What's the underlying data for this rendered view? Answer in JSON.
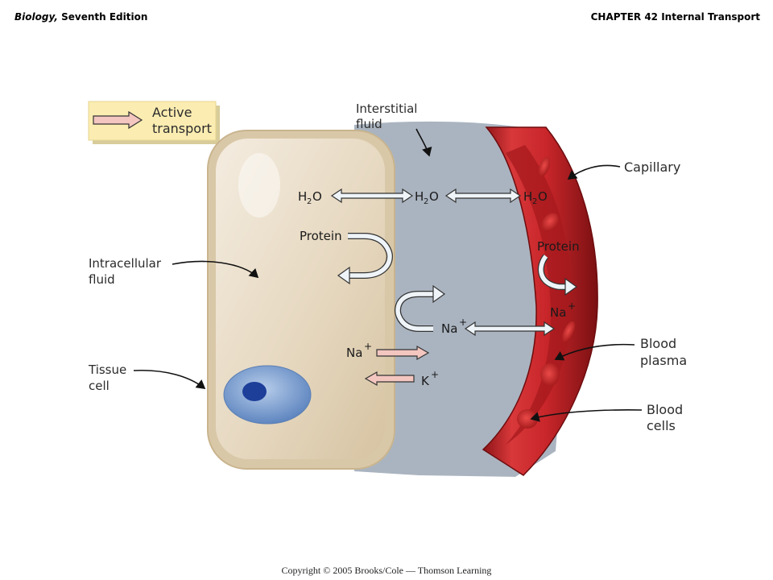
{
  "header": {
    "book_title": "Biology,",
    "book_edition": " Seventh Edition",
    "chapter": "CHAPTER 42 Internal Transport"
  },
  "footer": {
    "copyright": "Copyright © 2005 Brooks/Cole — Thomson Learning"
  },
  "legend": {
    "line1": "Active",
    "line2": "transport"
  },
  "labels": {
    "interstitial_1": "Interstitial",
    "interstitial_2": "fluid",
    "capillary": "Capillary",
    "intracellular_1": "Intracellular",
    "intracellular_2": "fluid",
    "tissue_1": "Tissue",
    "tissue_2": "cell",
    "plasma_1": "Blood",
    "plasma_2": "plasma",
    "cells_1": "Blood",
    "cells_2": "cells"
  },
  "chemicals": {
    "water": "H",
    "water_sub": "2",
    "water_o": "O",
    "protein": "Protein",
    "sodium": "Na",
    "potassium": "K",
    "plus": "+"
  },
  "colors": {
    "cell_fill": "#e8dcc6",
    "cell_edge": "#c9b48e",
    "interstitial": "#aab4c0",
    "capillary_wall": "#c8262a",
    "capillary_dark": "#8e1518",
    "blood_cell": "#d42a2c",
    "nucleus_outer": "#7fa6d6",
    "nucleus_inner": "#1d3f9a",
    "active_arrow": "#f4c6c0",
    "passive_arrow": "#eef4f8",
    "legend_bg": "#fbecb1"
  }
}
